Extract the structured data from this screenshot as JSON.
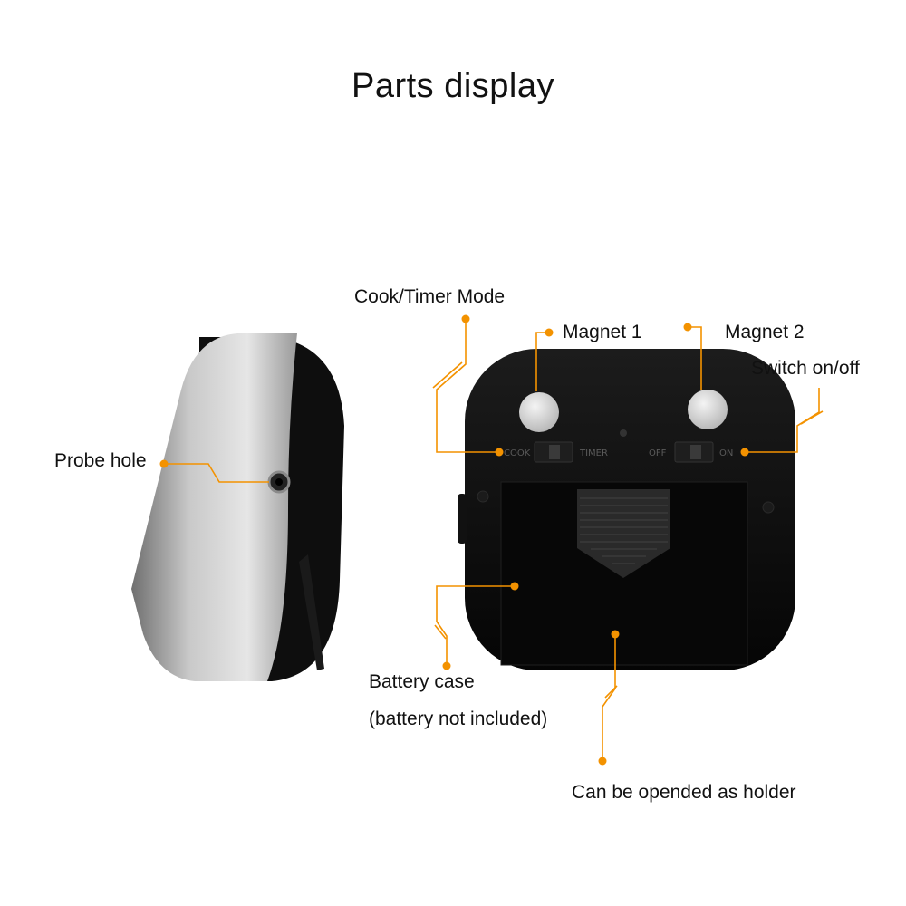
{
  "title": "Parts display",
  "labels": {
    "probe_hole": "Probe hole",
    "cook_timer_mode": "Cook/Timer Mode",
    "magnet_1": "Magnet 1",
    "magnet_2": "Magnet 2",
    "switch_on_off": "Switch on/off",
    "battery_case": "Battery case",
    "battery_note": "(battery not included)",
    "holder": "Can be opended as holder"
  },
  "device_markings": {
    "cook": "COOK",
    "timer": "TIMER",
    "off": "OFF",
    "on": "ON"
  },
  "colors": {
    "callout": "#f39200",
    "device_body": "#0d0d0d",
    "side_silver": "#a9a9a9"
  }
}
